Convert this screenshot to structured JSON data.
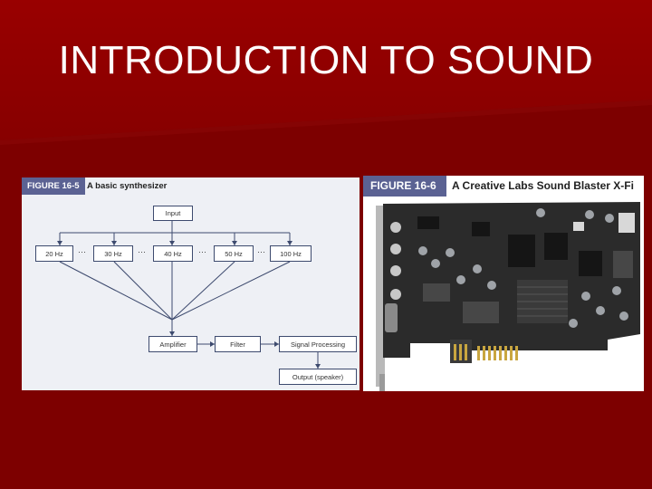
{
  "slide": {
    "title": "INTRODUCTION TO SOUND"
  },
  "figure_16_5": {
    "tag": "FIGURE 16-5",
    "caption": "A basic synthesizer",
    "input": "Input",
    "frequencies": [
      "20 Hz",
      "30 Hz",
      "40 Hz",
      "50 Hz",
      "100 Hz"
    ],
    "dots": "···",
    "amplifier": "Amplifier",
    "filter": "Filter",
    "signal_processing": "Signal Processing",
    "output": "Output (speaker)"
  },
  "figure_16_6": {
    "tag": "FIGURE 16-6",
    "caption": "A Creative Labs Sound Blaster X-Fi"
  },
  "colors": {
    "background": "#7d0000",
    "caption_tag": "#5b6293",
    "diagram_line": "#3d4a6e"
  }
}
